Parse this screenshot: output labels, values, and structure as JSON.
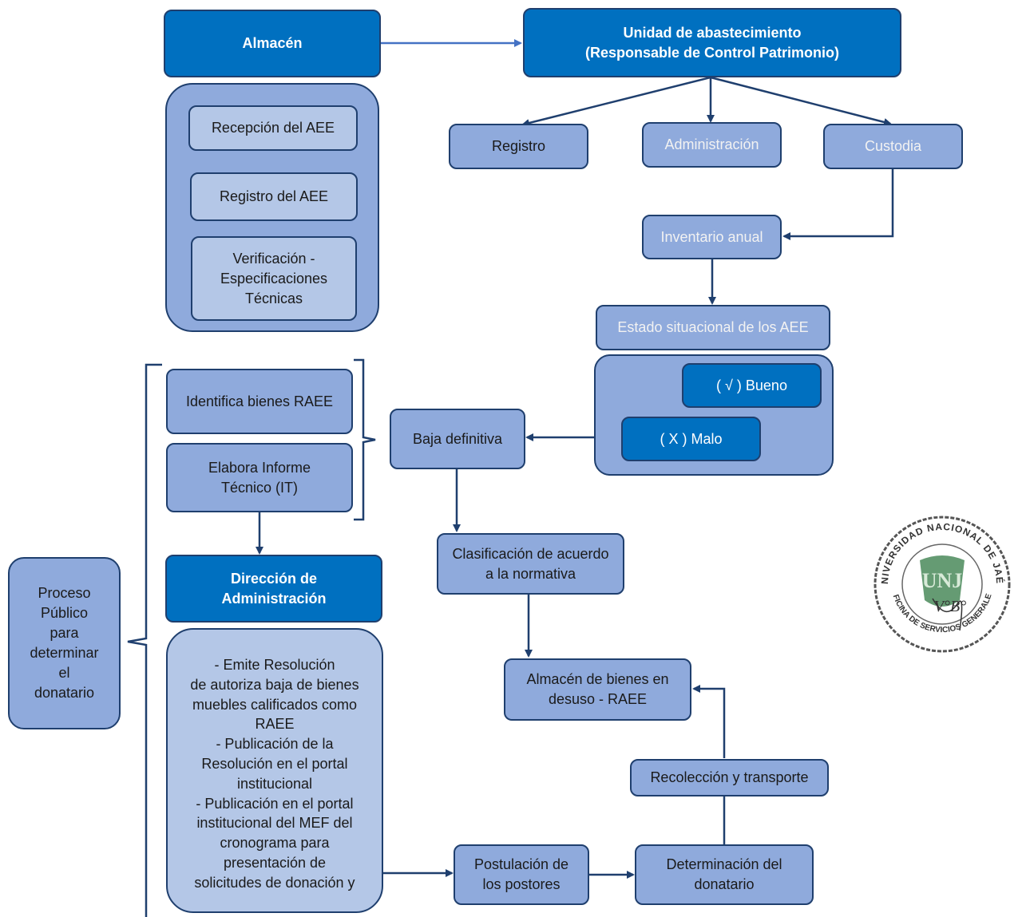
{
  "almacen": {
    "title": "Almacén",
    "items": [
      "Recepción del AEE",
      "Registro del AEE",
      "Verificación -\nEspecificaciones\nTécnicas"
    ]
  },
  "unidad": {
    "title": "Unidad de abastecimiento\n(Responsable de Control Patrimonio)"
  },
  "branches": {
    "registro": "Registro",
    "administracion": "Administración",
    "custodia": "Custodia"
  },
  "inventario": "Inventario anual",
  "estado": {
    "title": "Estado situacional de los AEE",
    "bueno": "(     √     ) Bueno",
    "malo": "(     X     ) Malo"
  },
  "baja": "Baja definitiva",
  "clasificacion": "Clasificación de acuerdo\na la normativa",
  "almacen_raee": "Almacén de bienes en\ndesuso - RAEE",
  "recoleccion": "Recolección y transporte",
  "determinacion": "Determinación del\ndonatario",
  "postulacion": "Postulación de\nlos postores",
  "identifica": "Identifica bienes RAEE",
  "informe": "Elabora Informe\nTécnico (IT)",
  "direccion": {
    "title": "Dirección de\nAdministración",
    "body": "- Emite Resolución\nde autoriza baja de bienes\nmuebles calificados como\nRAEE\n- Publicación de la\nResolución en el portal\ninstitucional\n- Publicación en el portal\ninstitucional del MEF del\ncronograma para\npresentación de\nsolicitudes de donación y"
  },
  "proceso": "Proceso\nPúblico\npara\ndeterminar\nel\ndonatario",
  "seal": {
    "top_text": "UNIVERSIDAD NACIONAL DE JAÉN",
    "bottom_text": "OFICINA DE SERVICIOS GENERALES",
    "center": "UNJ",
    "mark": "V°B°"
  },
  "colors": {
    "dark_blue": "#0070c0",
    "medium_blue": "#8faadc",
    "light_blue": "#b4c7e7",
    "line": "#1f3f6e"
  }
}
